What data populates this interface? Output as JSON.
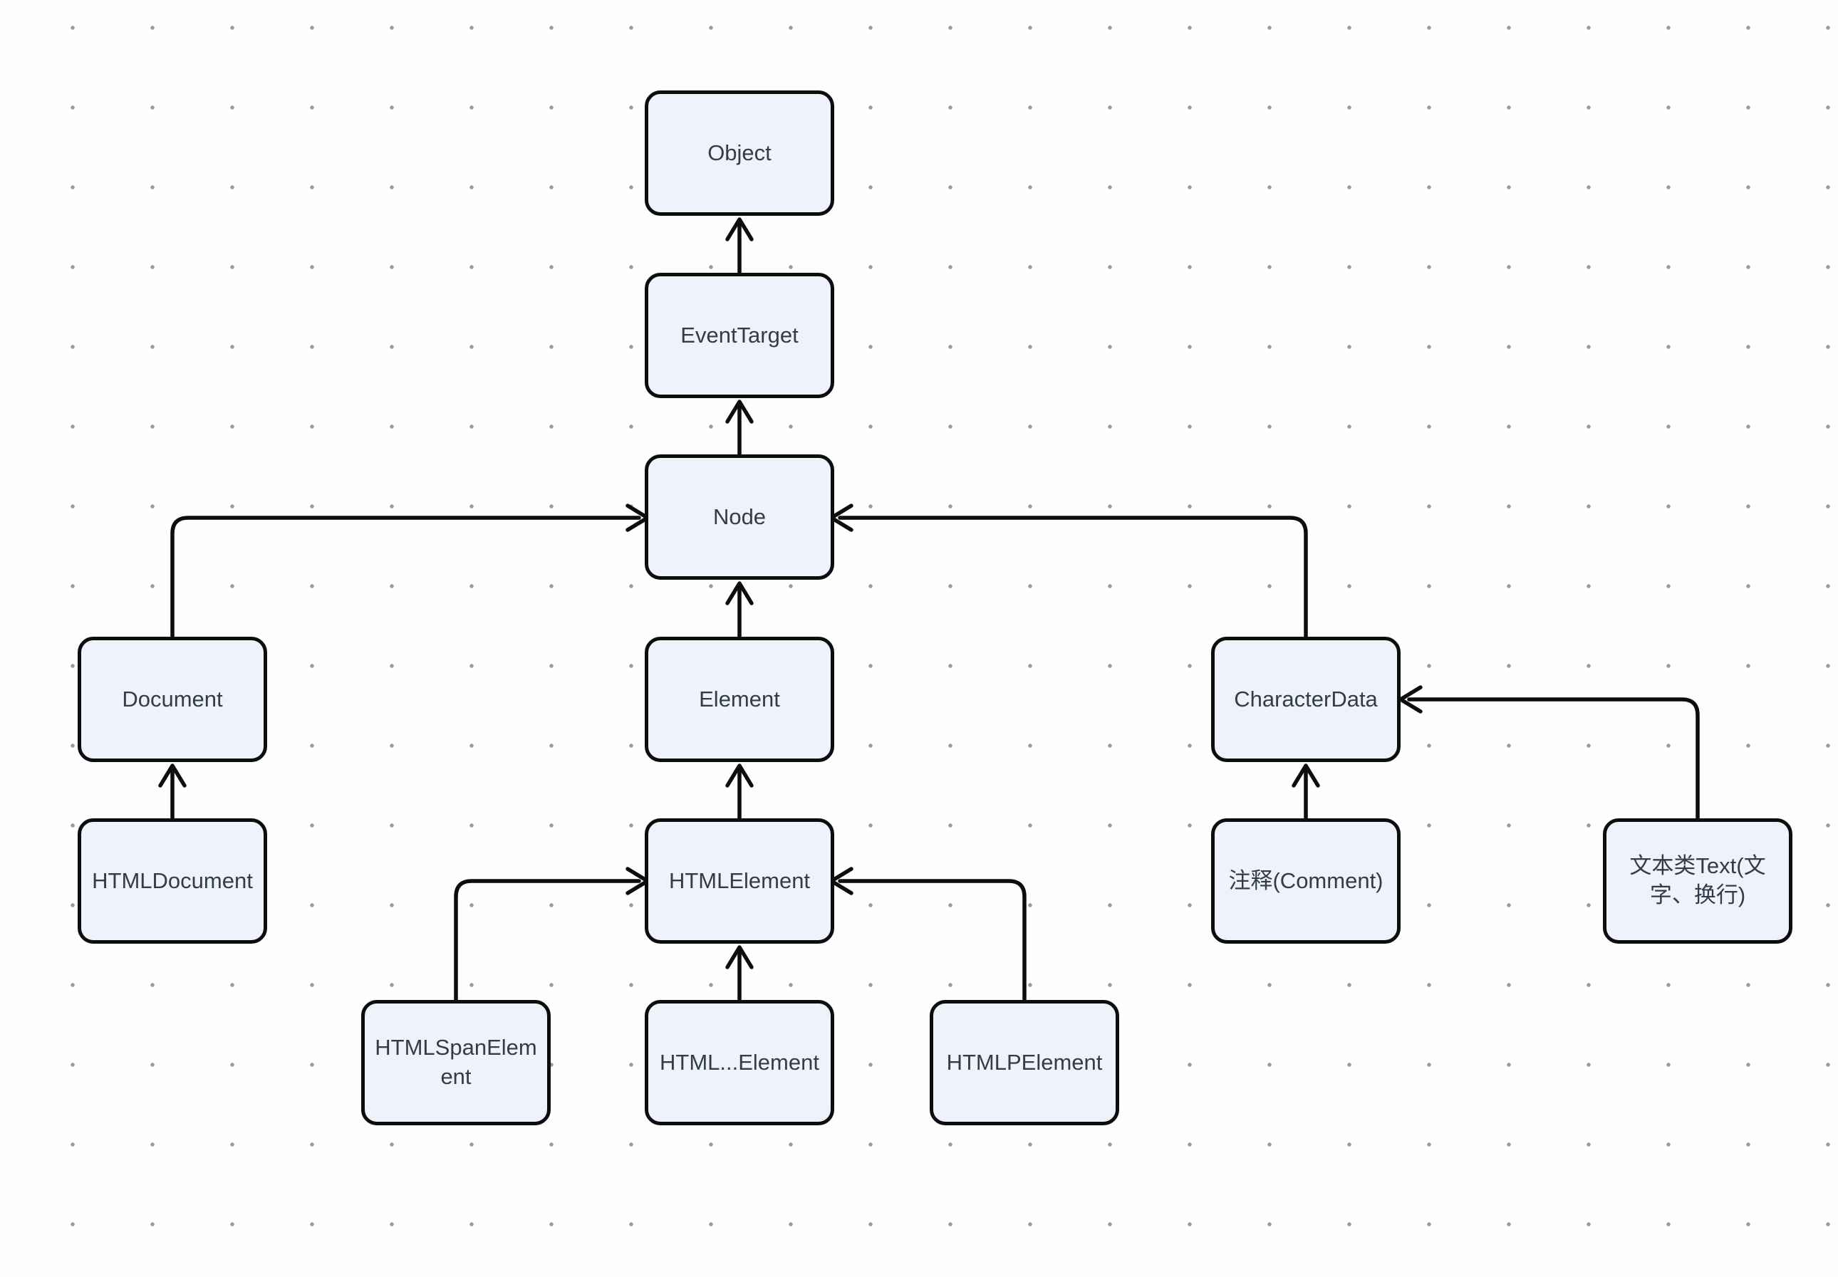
{
  "diagram": {
    "kind": "dom-class-inheritance-diagram",
    "nodes": {
      "object": {
        "label": "Object"
      },
      "event_target": {
        "label": "EventTarget"
      },
      "node": {
        "label": "Node"
      },
      "element": {
        "label": "Element"
      },
      "html_element": {
        "label": "HTMLElement"
      },
      "html_other_element": {
        "label": "HTML...Element"
      },
      "document": {
        "label": "Document"
      },
      "html_document": {
        "label": "HTMLDocument"
      },
      "character_data": {
        "label": "CharacterData"
      },
      "comment": {
        "label": "注释(Comment)"
      },
      "text": {
        "label": "文本类Text(文字、换行)"
      },
      "html_span_element": {
        "label": "HTMLSpanElement"
      },
      "html_p_element": {
        "label": "HTMLPElement"
      }
    },
    "edges": [
      {
        "from": "EventTarget",
        "to": "Object"
      },
      {
        "from": "Node",
        "to": "EventTarget"
      },
      {
        "from": "Element",
        "to": "Node"
      },
      {
        "from": "Document",
        "to": "Node"
      },
      {
        "from": "CharacterData",
        "to": "Node"
      },
      {
        "from": "HTMLElement",
        "to": "Element"
      },
      {
        "from": "HTMLDocument",
        "to": "Document"
      },
      {
        "from": "注释(Comment)",
        "to": "CharacterData"
      },
      {
        "from": "文本类Text(文字、换行)",
        "to": "CharacterData"
      },
      {
        "from": "HTMLSpanElement",
        "to": "HTMLElement"
      },
      {
        "from": "HTML...Element",
        "to": "HTMLElement"
      },
      {
        "from": "HTMLPElement",
        "to": "HTMLElement"
      }
    ],
    "colors": {
      "canvas_background": "#fefefe",
      "grid_dot": "#959caa",
      "node_fill": "#edf2fb",
      "node_border": "#0d0d0d",
      "edge_stroke": "#0d0d0d",
      "label_text": "#343c49"
    }
  }
}
